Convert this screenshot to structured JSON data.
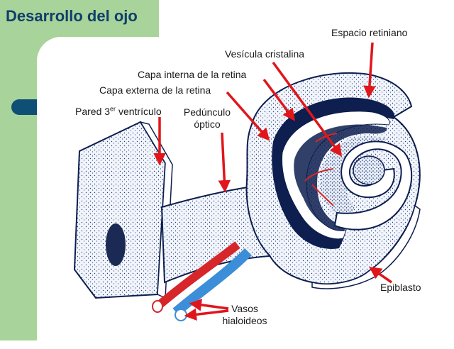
{
  "slide": {
    "title": "Desarrollo del ojo"
  },
  "labels": {
    "espacio_retiniano": "Espacio retiniano",
    "vesicula_cristalina": "Vesícula cristalina",
    "capa_interna": "Capa interna de la retina",
    "capa_externa": "Capa externa de la retina",
    "pared_prefix": "Pared 3",
    "pared_sup": "er",
    "pared_suffix": " ventrículo",
    "pedunculo_line1": "Pedúnculo",
    "pedunculo_line2": "óptico",
    "epiblasto": "Epiblasto",
    "vasos_line1": "Vasos",
    "vasos_line2": "hialoideos"
  },
  "colors": {
    "title": "#0f3f6b",
    "side_band": "#a8d39a",
    "arrow": "#e0161b",
    "retina_dark": "#0d1e4f",
    "artery": "#d6262a",
    "vein": "#3d8ed8",
    "tissue_fill": "#eef2f9"
  }
}
